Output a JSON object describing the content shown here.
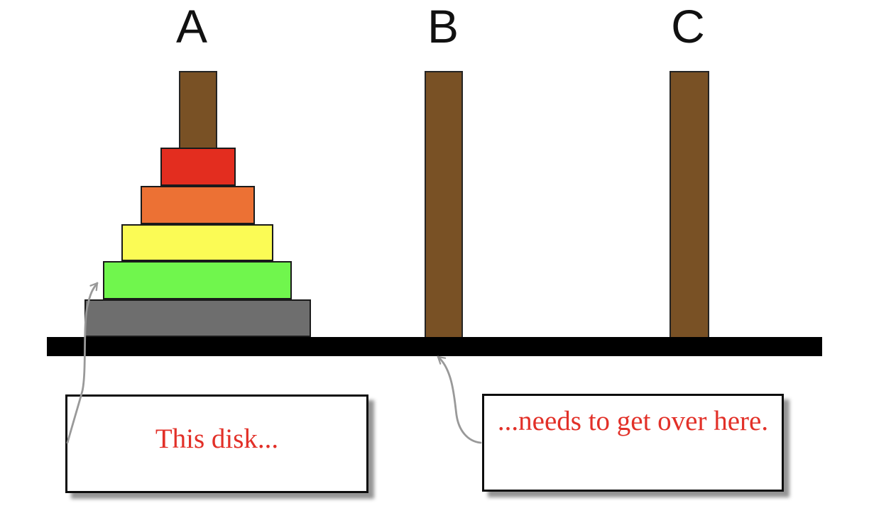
{
  "pegs": [
    {
      "label": "A"
    },
    {
      "label": "B"
    },
    {
      "label": "C"
    }
  ],
  "disks": [
    {
      "name": "red",
      "size_rank": 1,
      "color": "#e32d1f",
      "peg": "A"
    },
    {
      "name": "orange",
      "size_rank": 2,
      "color": "#ec7134",
      "peg": "A"
    },
    {
      "name": "yellow",
      "size_rank": 3,
      "color": "#fbfb55",
      "peg": "A"
    },
    {
      "name": "green",
      "size_rank": 4,
      "color": "#70f64d",
      "peg": "A"
    },
    {
      "name": "gray",
      "size_rank": 5,
      "color": "#6e6e6e",
      "peg": "A"
    }
  ],
  "callouts": [
    {
      "text": "This disk...",
      "points_to": "green disk on peg A"
    },
    {
      "text": "...needs to get over here.",
      "points_to": "base below peg B"
    }
  ],
  "colors": {
    "peg": "#795125",
    "base": "#000000",
    "callout_text": "#e23028",
    "arrow": "#999999",
    "label_text": "#111111"
  }
}
